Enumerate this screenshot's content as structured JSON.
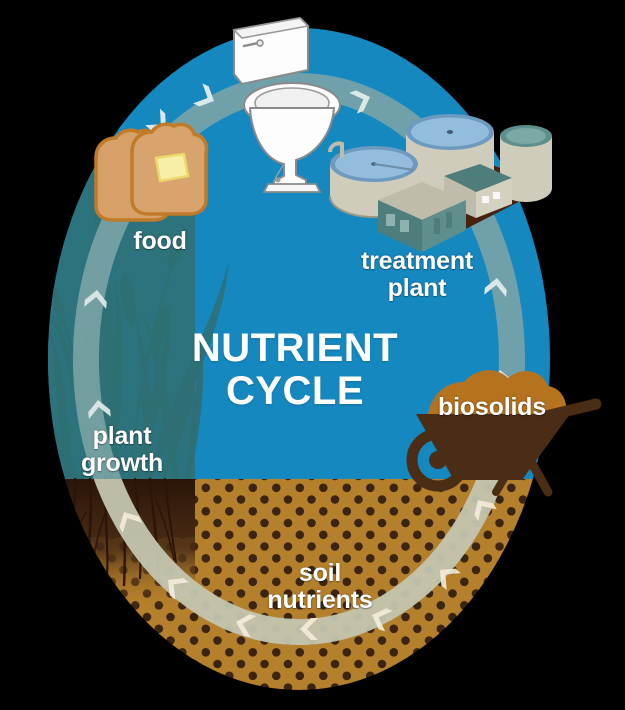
{
  "figure": {
    "title_line1": "NUTRIENT",
    "title_line2": "CYCLE",
    "title": "NUTRIENT CYCLE"
  },
  "labels": {
    "food": "food",
    "treatment_plant": "treatment\nplant",
    "biosolids": "biosolids",
    "plant_growth": "plant\ngrowth",
    "soil_nutrients": "soil\nnutrients"
  },
  "icons": {
    "toilet": "toilet-icon",
    "bread": "bread-slices-icon",
    "treatment_plant": "wastewater-treatment-plant-icon",
    "wheelbarrow": "wheelbarrow-icon",
    "grass": "grass-icon",
    "roots": "plant-roots-icon",
    "arrows": "cycle-arrow-chevron-icon"
  },
  "colors": {
    "background": "#000000",
    "water_blue": "#1688C0",
    "soil_brown": "#B5802C",
    "soil_dot": "#3B2412",
    "topsoil_dark": "#4A2C14",
    "grass_panel_teal": "#2E7177",
    "ring_on_blue": "#7FA5A8",
    "ring_on_soil": "#D7B682",
    "chevron_light": "#D4E2E1",
    "label_text": "#FFFFFF",
    "bread_crust": "#C17A28",
    "bread_body": "#D6A068",
    "butter": "#F7EFA8",
    "wheelbarrow_body": "#4B2D16",
    "wheelbarrow_soil": "#B5731F",
    "plant_platform": "#47230F",
    "tank_wall": "#D7D2C2",
    "tank_water": "#8FB8D8",
    "plant_building_teal": "#4E7E7C",
    "toilet_white": "#FDFDFD",
    "toilet_outline": "#8A8A8A"
  },
  "cycle_flow": {
    "direction": "clockwise",
    "stages": [
      "food",
      "toilet",
      "treatment plant",
      "biosolids",
      "soil nutrients",
      "plant growth"
    ]
  }
}
